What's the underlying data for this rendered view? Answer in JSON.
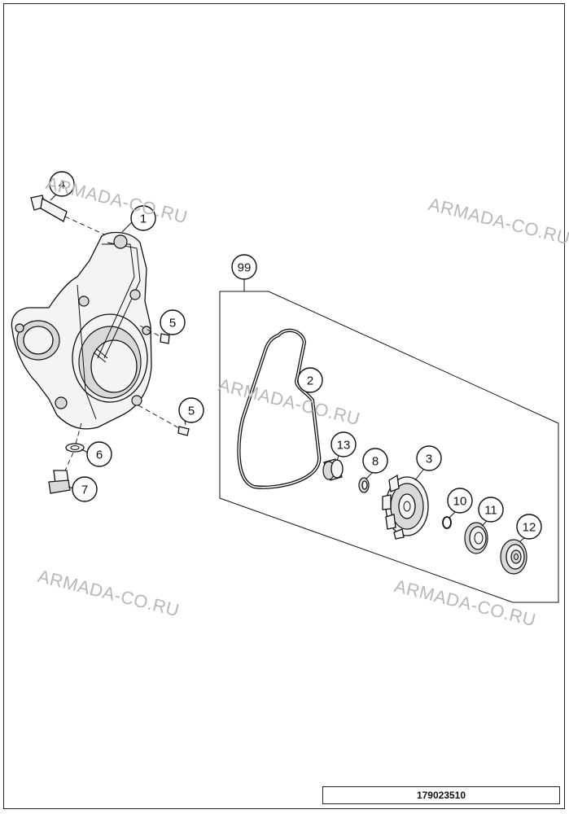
{
  "watermarks": [
    "ARMADA-CO.RU",
    "ARMADA-CO.RU",
    "ARMADA-CO.RU",
    "ARMADA-CO.RU",
    "ARMADA-CO.RU"
  ],
  "callouts": {
    "c1": "1",
    "c2": "2",
    "c3": "3",
    "c4": "4",
    "c5a": "5",
    "c5b": "5",
    "c6": "6",
    "c7": "7",
    "c8": "8",
    "c10": "10",
    "c11": "11",
    "c12": "12",
    "c13": "13",
    "c99": "99"
  },
  "drawing_number": "179023510"
}
